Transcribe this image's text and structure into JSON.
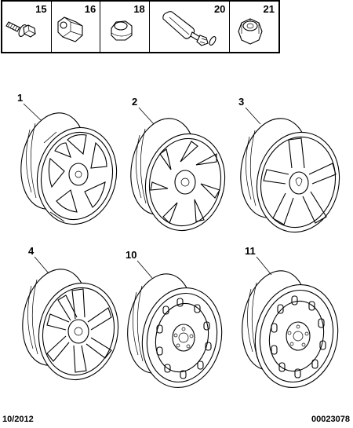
{
  "parts_strip": [
    {
      "ref": "15",
      "icon": "wheel-bolt-icon"
    },
    {
      "ref": "16",
      "icon": "anti-theft-bolt-socket-icon"
    },
    {
      "ref": "18",
      "icon": "wheel-nut-cap-icon"
    },
    {
      "ref": "20",
      "icon": "tyre-valve-icon"
    },
    {
      "ref": "21",
      "icon": "locking-nut-icon"
    }
  ],
  "wheels": [
    {
      "ref": "1",
      "style": "alloy-6-spoke-wheel"
    },
    {
      "ref": "2",
      "style": "alloy-multi-spoke-wheel"
    },
    {
      "ref": "3",
      "style": "alloy-5-spoke-lion-wheel"
    },
    {
      "ref": "4",
      "style": "alloy-7-spoke-wheel"
    },
    {
      "ref": "10",
      "style": "steel-wheel-slotted"
    },
    {
      "ref": "11",
      "style": "steel-wheel-plain"
    }
  ],
  "footer": {
    "date": "10/2012",
    "code": "00023078"
  }
}
